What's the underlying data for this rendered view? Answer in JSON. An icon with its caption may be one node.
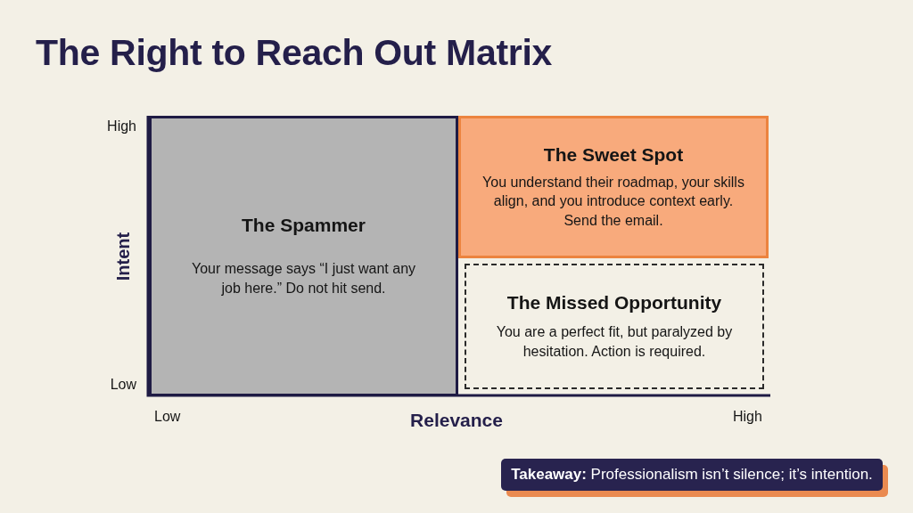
{
  "diagram": {
    "title": "The Right to Reach Out Matrix",
    "nodes": [
      {
        "text": [
          "The Spammer",
          "Your message says “I just want any job here.” Do not hit send."
        ]
      },
      {
        "text": [
          "The Sweet Spot",
          "You understand their roadmap, your skills align, and you introduce context early. Send the email."
        ]
      },
      {
        "text": [
          "The Missed Opportunity",
          "You are a perfect fit, but paralyzed by hesitation. Action is required."
        ]
      },
      {
        "text": [
          "**Takeaway:** Professionalism isn’t silence; it’s intention."
        ]
      }
    ],
    "edges": [],
    "labels": [
      "High",
      "Intent",
      "Low",
      "Low",
      "Relevance",
      "High"
    ]
  }
}
